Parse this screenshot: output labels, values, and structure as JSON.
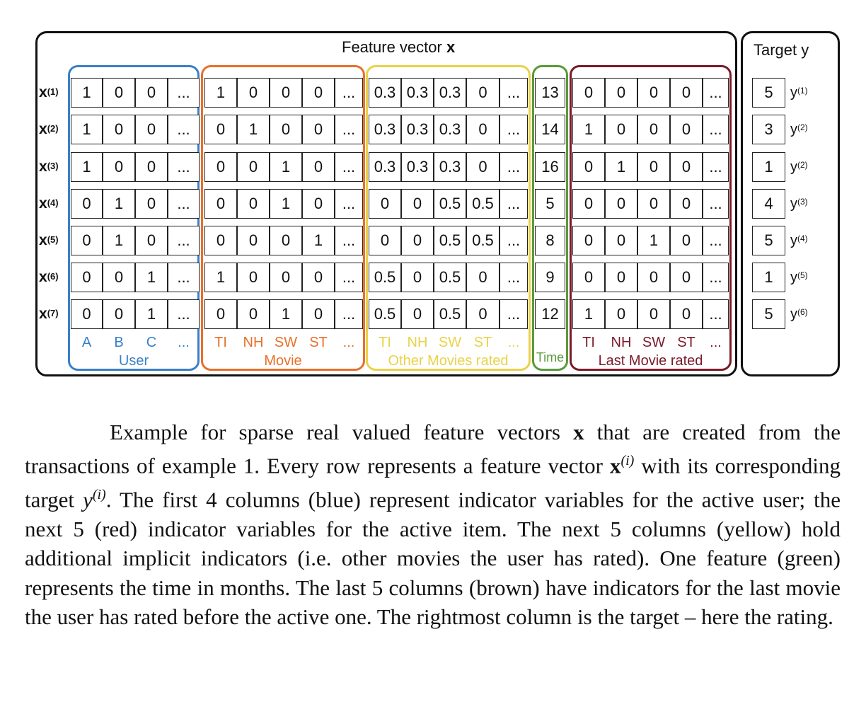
{
  "figure": {
    "title_prefix": "Feature vector ",
    "title_var": "x",
    "target_title": "Target y",
    "row_label_base": "x",
    "row_label_sups": [
      "(1)",
      "(2)",
      "(3)",
      "(4)",
      "(5)",
      "(6)",
      "(7)"
    ],
    "groups": [
      {
        "name": "User",
        "color": "#3a7fc8",
        "columns": [
          "A",
          "B",
          "C",
          "..."
        ],
        "rows": [
          [
            "1",
            "0",
            "0",
            "..."
          ],
          [
            "1",
            "0",
            "0",
            "..."
          ],
          [
            "1",
            "0",
            "0",
            "..."
          ],
          [
            "0",
            "1",
            "0",
            "..."
          ],
          [
            "0",
            "1",
            "0",
            "..."
          ],
          [
            "0",
            "0",
            "1",
            "..."
          ],
          [
            "0",
            "0",
            "1",
            "..."
          ]
        ]
      },
      {
        "name": "Movie",
        "color": "#e8702a",
        "columns": [
          "TI",
          "NH",
          "SW",
          "ST",
          "..."
        ],
        "rows": [
          [
            "1",
            "0",
            "0",
            "0",
            "..."
          ],
          [
            "0",
            "1",
            "0",
            "0",
            "..."
          ],
          [
            "0",
            "0",
            "1",
            "0",
            "..."
          ],
          [
            "0",
            "0",
            "1",
            "0",
            "..."
          ],
          [
            "0",
            "0",
            "0",
            "1",
            "..."
          ],
          [
            "1",
            "0",
            "0",
            "0",
            "..."
          ],
          [
            "0",
            "0",
            "1",
            "0",
            "..."
          ]
        ]
      },
      {
        "name": "Other Movies rated",
        "color": "#e9d24a",
        "columns": [
          "TI",
          "NH",
          "SW",
          "ST",
          "..."
        ],
        "rows": [
          [
            "0.3",
            "0.3",
            "0.3",
            "0",
            "..."
          ],
          [
            "0.3",
            "0.3",
            "0.3",
            "0",
            "..."
          ],
          [
            "0.3",
            "0.3",
            "0.3",
            "0",
            "..."
          ],
          [
            "0",
            "0",
            "0.5",
            "0.5",
            "..."
          ],
          [
            "0",
            "0",
            "0.5",
            "0.5",
            "..."
          ],
          [
            "0.5",
            "0",
            "0.5",
            "0",
            "..."
          ],
          [
            "0.5",
            "0",
            "0.5",
            "0",
            "..."
          ]
        ]
      },
      {
        "name": "Time",
        "color": "#5a9a3a",
        "columns": [],
        "rows": [
          [
            "13"
          ],
          [
            "14"
          ],
          [
            "16"
          ],
          [
            "5"
          ],
          [
            "8"
          ],
          [
            "9"
          ],
          [
            "12"
          ]
        ]
      },
      {
        "name": "Last Movie rated",
        "color": "#7a1a2a",
        "columns": [
          "TI",
          "NH",
          "SW",
          "ST",
          "..."
        ],
        "rows": [
          [
            "0",
            "0",
            "0",
            "0",
            "..."
          ],
          [
            "1",
            "0",
            "0",
            "0",
            "..."
          ],
          [
            "0",
            "1",
            "0",
            "0",
            "..."
          ],
          [
            "0",
            "0",
            "0",
            "0",
            "..."
          ],
          [
            "0",
            "0",
            "1",
            "0",
            "..."
          ],
          [
            "0",
            "0",
            "0",
            "0",
            "..."
          ],
          [
            "1",
            "0",
            "0",
            "0",
            "..."
          ]
        ]
      }
    ],
    "targets": [
      "5",
      "3",
      "1",
      "4",
      "5",
      "1",
      "5"
    ],
    "target_label_base": "y",
    "target_label_sups": [
      "(1)",
      "(2)",
      "(2)",
      "(3)",
      "(4)",
      "(5)",
      "(6)"
    ]
  },
  "caption": {
    "p1": "Example for sparse real valued feature vectors ",
    "x1": "x",
    "p2": " that are created from the transactions of example 1. Every row represents a feature vector ",
    "x2": "x",
    "sup1": "(i)",
    "p3": " with its corresponding target ",
    "y1": "y",
    "sup2": "(i)",
    "p4": ". The first 4 columns (blue) represent indicator variables for the active user; the next 5 (red) indicator variables for the active item. The next 5 columns (yellow) hold additional implicit indicators (i.e. other movies the user has rated). One feature (green) represents the time in months. The last 5 columns (brown) have indicators for the last movie the user has rated before the active one. The rightmost column is the target – here the rating."
  }
}
